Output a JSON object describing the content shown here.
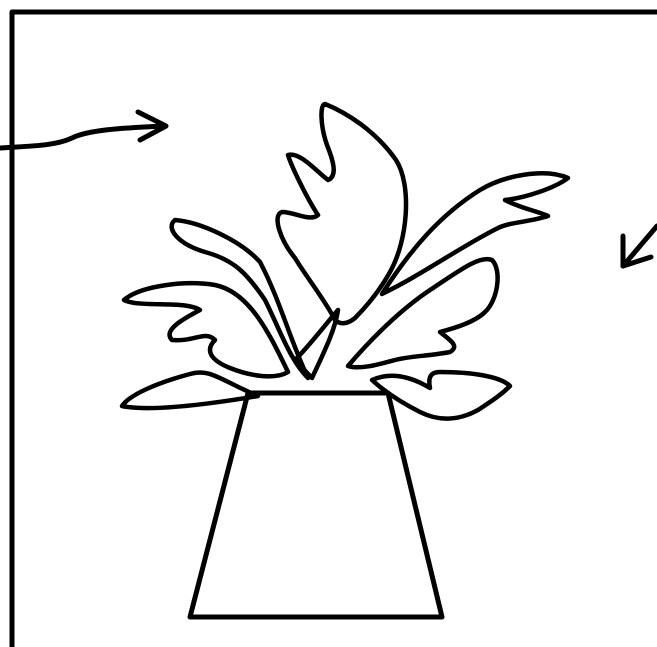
{
  "drawing": {
    "subject": "potted-plant-sketch",
    "colors": {
      "background": "#ffffff",
      "ink": "#000000"
    },
    "elements": {
      "frame": "rectangular-frame",
      "pot": "trapezoid-pot",
      "leaves": "wavy-leaf-cluster",
      "arrows": [
        "pointer-arrow-left",
        "pointer-arrow-right"
      ]
    }
  }
}
